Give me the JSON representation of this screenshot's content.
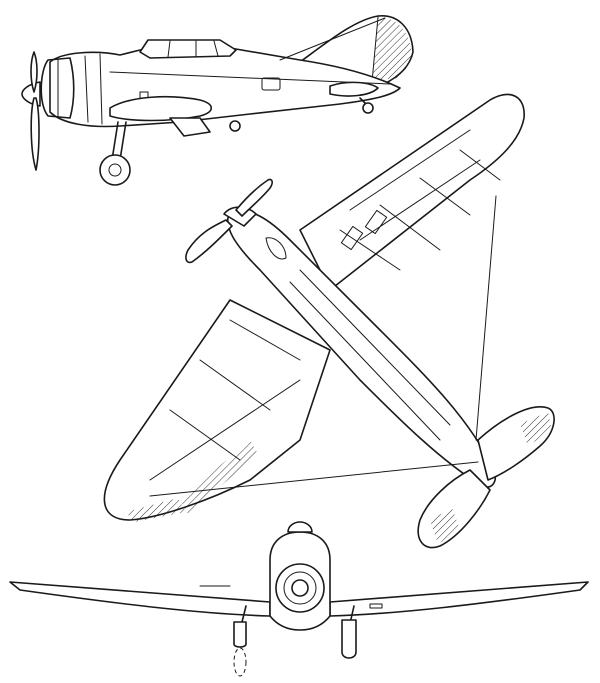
{
  "drawing": {
    "views": [
      {
        "id": "side",
        "view": "side"
      },
      {
        "id": "plan",
        "view": "top"
      },
      {
        "id": "front",
        "view": "front"
      }
    ]
  }
}
